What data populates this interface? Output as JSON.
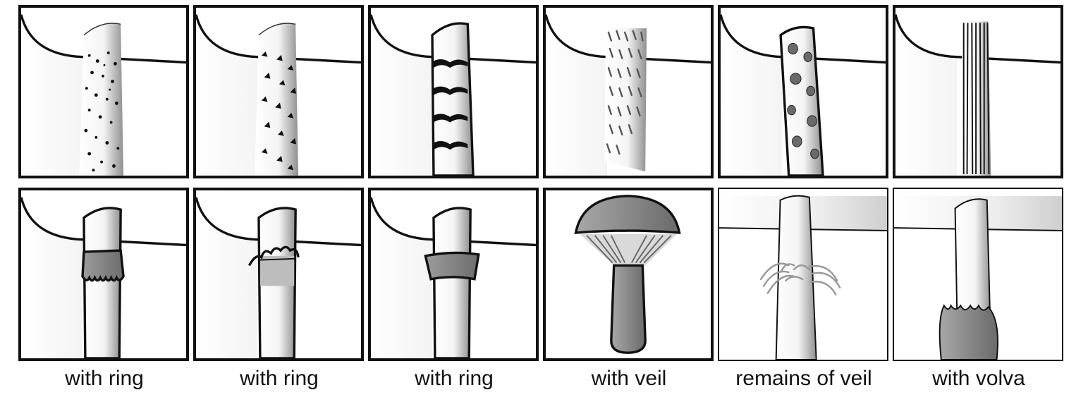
{
  "captions": [
    "with ring",
    "with ring",
    "with ring",
    "with veil",
    "remains of veil",
    "with volva"
  ],
  "colors": {
    "ink": "#111111",
    "stem_light": "#ffffff",
    "stem_shade": "#9a9a9a",
    "ring_fill": "#8c8c8c",
    "cap_grey": "#bdbdbd"
  }
}
